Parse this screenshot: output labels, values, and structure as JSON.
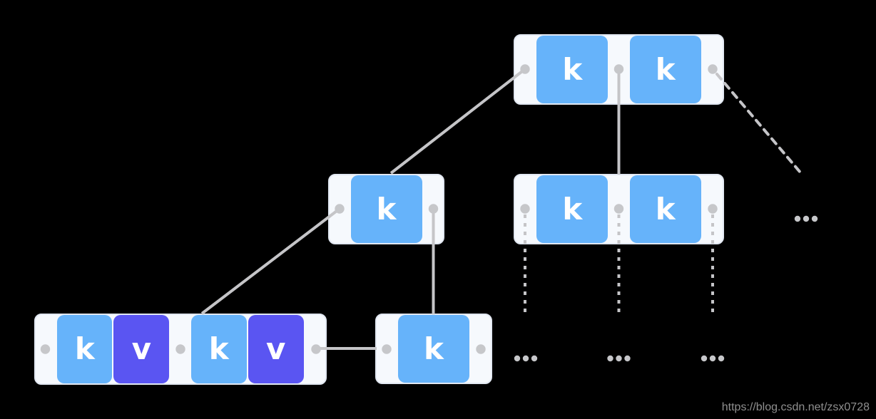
{
  "diagram": {
    "kind": "b-plus-tree-structure",
    "nodes": {
      "root": {
        "cells": [
          {
            "label": "k",
            "kind": "key"
          },
          {
            "label": "k",
            "kind": "key"
          }
        ]
      },
      "internal_left": {
        "cells": [
          {
            "label": "k",
            "kind": "key"
          }
        ]
      },
      "internal_right": {
        "cells": [
          {
            "label": "k",
            "kind": "key"
          },
          {
            "label": "k",
            "kind": "key"
          }
        ]
      },
      "leaf_left": {
        "cells": [
          {
            "label": "k",
            "kind": "key"
          },
          {
            "label": "v",
            "kind": "value"
          },
          {
            "label": "k",
            "kind": "key"
          },
          {
            "label": "v",
            "kind": "value"
          }
        ]
      },
      "leaf_middle": {
        "cells": [
          {
            "label": "k",
            "kind": "key"
          }
        ]
      }
    }
  },
  "colors": {
    "background": "#000000",
    "node_bg": "#f6f9fd",
    "node_border": "#e2e8f2",
    "key_fill": "#66b3fa",
    "value_fill": "#5a55f2",
    "cell_text": "#ffffff",
    "connector": "#c5c5c8",
    "pointer_dot": "#c6c7ca",
    "watermark_text": "#8f8f8f"
  },
  "watermark": {
    "text": "https://blog.csdn.net/zsx0728"
  }
}
